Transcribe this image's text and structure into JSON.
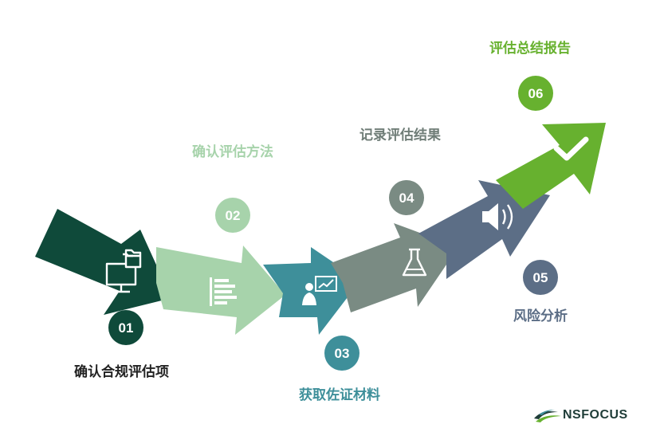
{
  "steps": [
    {
      "num": "01",
      "label": "确认合规评估项",
      "color": "#0f4a3a",
      "label_color": "#222222",
      "icon": "folders-monitor-icon"
    },
    {
      "num": "02",
      "label": "确认评估方法",
      "color": "#a7d3ab",
      "label_color": "#a7d3ab",
      "icon": "bar-list-icon"
    },
    {
      "num": "03",
      "label": "获取佐证材料",
      "color": "#3e8f9a",
      "label_color": "#3e8f9a",
      "icon": "presenter-chart-icon"
    },
    {
      "num": "04",
      "label": "记录评估结果",
      "color": "#7a8b83",
      "label_color": "#6f7d77",
      "icon": "flask-icon"
    },
    {
      "num": "05",
      "label": "风险分析",
      "color": "#5c6e86",
      "label_color": "#5c6e86",
      "icon": "speaker-icon"
    },
    {
      "num": "06",
      "label": "评估总结报告",
      "color": "#67b12f",
      "label_color": "#67b12f",
      "icon": "checkmark-icon"
    }
  ],
  "brand": {
    "name": "NSFOCUS",
    "logo": "nsfocus-logo"
  }
}
